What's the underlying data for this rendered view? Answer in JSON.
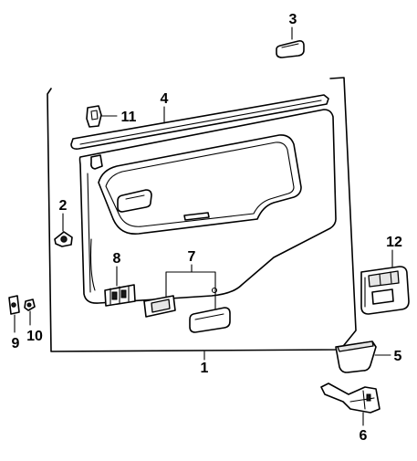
{
  "diagram": {
    "callouts": [
      {
        "id": "1",
        "text": "1"
      },
      {
        "id": "2",
        "text": "2"
      },
      {
        "id": "3",
        "text": "3"
      },
      {
        "id": "4",
        "text": "4"
      },
      {
        "id": "5",
        "text": "5"
      },
      {
        "id": "6",
        "text": "6"
      },
      {
        "id": "7",
        "text": "7"
      },
      {
        "id": "8",
        "text": "8"
      },
      {
        "id": "9",
        "text": "9"
      },
      {
        "id": "10",
        "text": "10"
      },
      {
        "id": "11",
        "text": "11"
      },
      {
        "id": "12",
        "text": "12"
      }
    ],
    "colors": {
      "line": "#000000",
      "background": "#ffffff",
      "shade": "#e6e6e6"
    }
  }
}
